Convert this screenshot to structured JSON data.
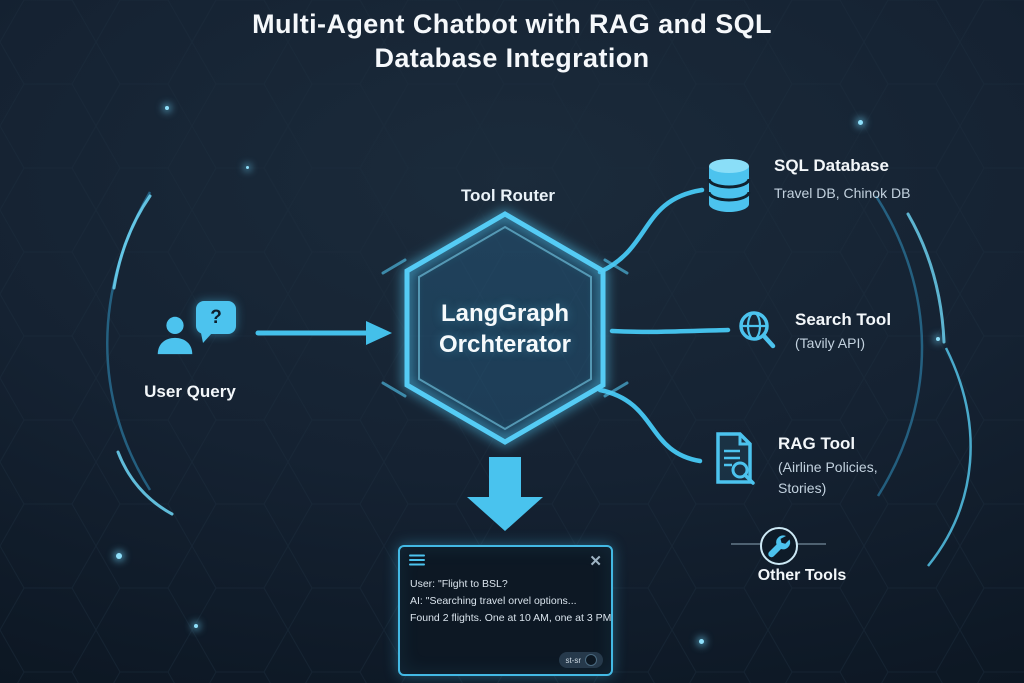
{
  "colors": {
    "background": "#14212f",
    "accent": "#4cc3ee",
    "text": "#f5f8fb",
    "subtext": "#c3d2df"
  },
  "title": {
    "line1": "Multi-Agent Chatbot with RAG and SQL",
    "line2": "Database Integration"
  },
  "router_label": "Tool Router",
  "orchestrator": {
    "line1": "LangGraph",
    "line2": "Orchterator"
  },
  "user": {
    "label": "User Query",
    "bubble_text": "?",
    "icon": "user-icon",
    "bubble_icon": "question-bubble-icon"
  },
  "tools": {
    "sql": {
      "title": "SQL Database",
      "subtitle": "Travel DB, Chinok DB",
      "icon": "database-icon"
    },
    "search": {
      "title": "Search Tool",
      "subtitle": "(Tavily API)",
      "icon": "globe-search-icon"
    },
    "rag": {
      "title": "RAG Tool",
      "subtitle_line1": "(Airline Policies,",
      "subtitle_line2": "Stories)",
      "icon": "document-search-icon"
    },
    "other": {
      "title": "Other Tools",
      "icon": "wrench-icon"
    }
  },
  "chat": {
    "user_line": "User: \"Flight to BSL?",
    "ai_line": "AI: \"Searching travel orvel options...",
    "result_line": "Found 2 flights. One at 10 AM, one at 3 PM",
    "send_label": "st-sr",
    "menu_icon": "hamburger-menu-icon",
    "close_icon": "close-icon",
    "send_icon": "send-icon"
  }
}
